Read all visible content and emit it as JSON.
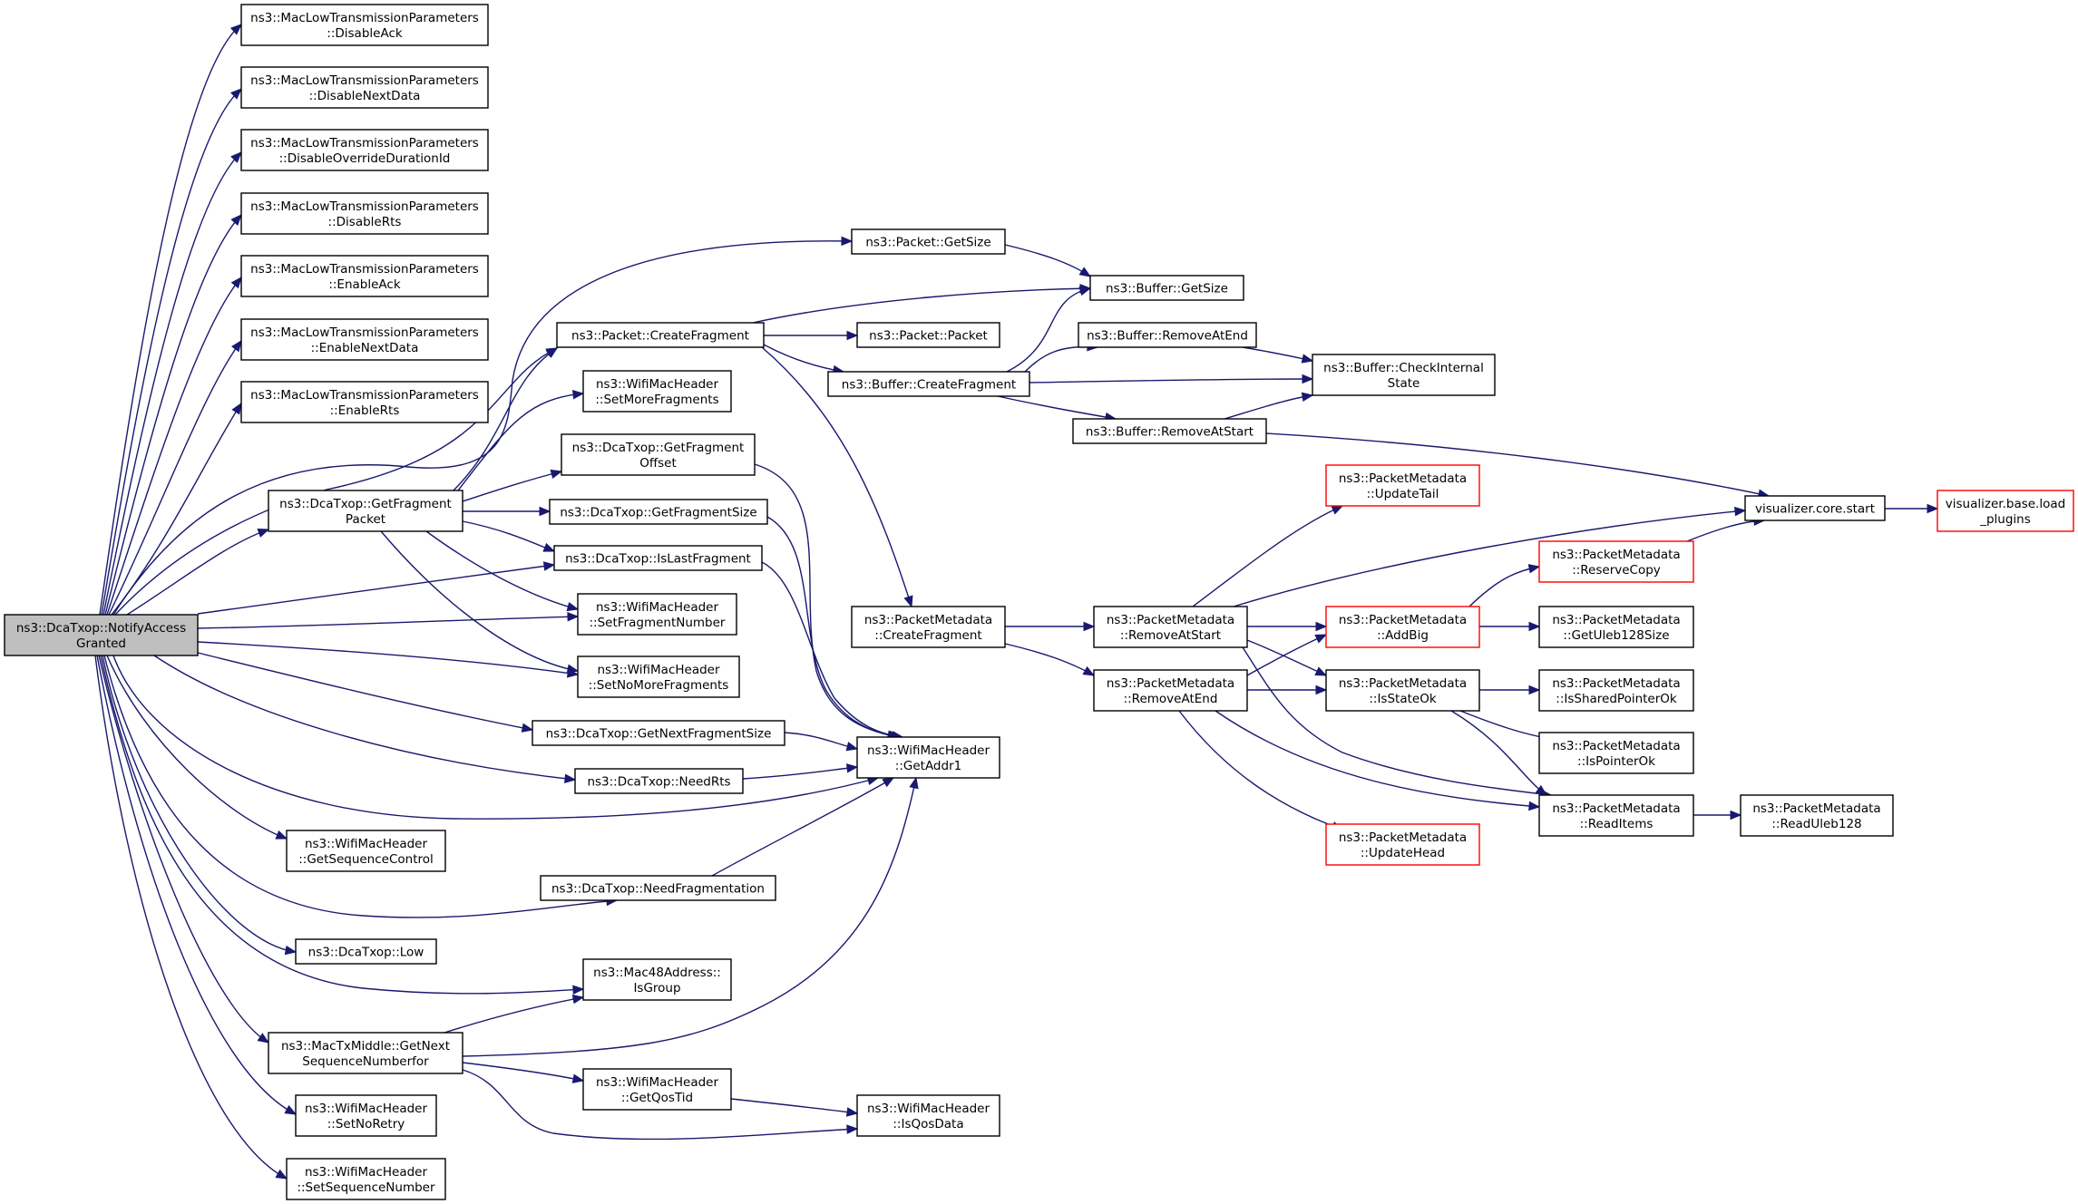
{
  "colors": {
    "edge": "#191970",
    "root_fill": "#bfbfbf",
    "truncated_border": "#ff0000"
  },
  "nodes": {
    "root": {
      "lines": [
        "ns3::DcaTxop::NotifyAccess",
        "Granted"
      ],
      "style": "root"
    },
    "disableAck": {
      "lines": [
        "ns3::MacLowTransmissionParameters",
        "::DisableAck"
      ]
    },
    "disableNextData": {
      "lines": [
        "ns3::MacLowTransmissionParameters",
        "::DisableNextData"
      ]
    },
    "disableOverride": {
      "lines": [
        "ns3::MacLowTransmissionParameters",
        "::DisableOverrideDurationId"
      ]
    },
    "disableRts": {
      "lines": [
        "ns3::MacLowTransmissionParameters",
        "::DisableRts"
      ]
    },
    "enableAck": {
      "lines": [
        "ns3::MacLowTransmissionParameters",
        "::EnableAck"
      ]
    },
    "enableNextData": {
      "lines": [
        "ns3::MacLowTransmissionParameters",
        "::EnableNextData"
      ]
    },
    "enableRts": {
      "lines": [
        "ns3::MacLowTransmissionParameters",
        "::EnableRts"
      ]
    },
    "getFragmentPacket": {
      "lines": [
        "ns3::DcaTxop::GetFragment",
        "Packet"
      ]
    },
    "getSequenceControl": {
      "lines": [
        "ns3::WifiMacHeader",
        "::GetSequenceControl"
      ]
    },
    "low": {
      "lines": [
        "ns3::DcaTxop::Low"
      ]
    },
    "getNextSeq": {
      "lines": [
        "ns3::MacTxMiddle::GetNext",
        "SequenceNumberfor"
      ]
    },
    "setNoRetry": {
      "lines": [
        "ns3::WifiMacHeader",
        "::SetNoRetry"
      ]
    },
    "setSequenceNumber": {
      "lines": [
        "ns3::WifiMacHeader",
        "::SetSequenceNumber"
      ]
    },
    "packetGetSize": {
      "lines": [
        "ns3::Packet::GetSize"
      ]
    },
    "packetCreateFragment": {
      "lines": [
        "ns3::Packet::CreateFragment"
      ]
    },
    "setMoreFragments": {
      "lines": [
        "ns3::WifiMacHeader",
        "::SetMoreFragments"
      ]
    },
    "getFragmentOffset": {
      "lines": [
        "ns3::DcaTxop::GetFragment",
        "Offset"
      ]
    },
    "getFragmentSize": {
      "lines": [
        "ns3::DcaTxop::GetFragmentSize"
      ]
    },
    "isLastFragment": {
      "lines": [
        "ns3::DcaTxop::IsLastFragment"
      ]
    },
    "setFragmentNumber": {
      "lines": [
        "ns3::WifiMacHeader",
        "::SetFragmentNumber"
      ]
    },
    "setNoMoreFragments": {
      "lines": [
        "ns3::WifiMacHeader",
        "::SetNoMoreFragments"
      ]
    },
    "getNextFragmentSize": {
      "lines": [
        "ns3::DcaTxop::GetNextFragmentSize"
      ]
    },
    "needRts": {
      "lines": [
        "ns3::DcaTxop::NeedRts"
      ]
    },
    "needFragmentation": {
      "lines": [
        "ns3::DcaTxop::NeedFragmentation"
      ]
    },
    "isGroup": {
      "lines": [
        "ns3::Mac48Address::",
        "IsGroup"
      ]
    },
    "getQosTid": {
      "lines": [
        "ns3::WifiMacHeader",
        "::GetQosTid"
      ]
    },
    "packetPacket": {
      "lines": [
        "ns3::Packet::Packet"
      ]
    },
    "bufferCreateFragment": {
      "lines": [
        "ns3::Buffer::CreateFragment"
      ]
    },
    "pmCreateFragment": {
      "lines": [
        "ns3::PacketMetadata",
        "::CreateFragment"
      ]
    },
    "getAddr1": {
      "lines": [
        "ns3::WifiMacHeader",
        "::GetAddr1"
      ]
    },
    "isQosData": {
      "lines": [
        "ns3::WifiMacHeader",
        "::IsQosData"
      ]
    },
    "bufferGetSize": {
      "lines": [
        "ns3::Buffer::GetSize"
      ]
    },
    "bufferRemoveAtEnd": {
      "lines": [
        "ns3::Buffer::RemoveAtEnd"
      ]
    },
    "bufferRemoveAtStart": {
      "lines": [
        "ns3::Buffer::RemoveAtStart"
      ]
    },
    "pmRemoveAtStart": {
      "lines": [
        "ns3::PacketMetadata",
        "::RemoveAtStart"
      ]
    },
    "pmRemoveAtEnd": {
      "lines": [
        "ns3::PacketMetadata",
        "::RemoveAtEnd"
      ]
    },
    "bufferCheckInternal": {
      "lines": [
        "ns3::Buffer::CheckInternal",
        "State"
      ]
    },
    "pmUpdateTail": {
      "lines": [
        "ns3::PacketMetadata",
        "::UpdateTail"
      ],
      "style": "truncated"
    },
    "pmAddBig": {
      "lines": [
        "ns3::PacketMetadata",
        "::AddBig"
      ],
      "style": "truncated"
    },
    "pmIsStateOk": {
      "lines": [
        "ns3::PacketMetadata",
        "::IsStateOk"
      ]
    },
    "pmUpdateHead": {
      "lines": [
        "ns3::PacketMetadata",
        "::UpdateHead"
      ],
      "style": "truncated"
    },
    "pmReserveCopy": {
      "lines": [
        "ns3::PacketMetadata",
        "::ReserveCopy"
      ],
      "style": "truncated"
    },
    "pmGetUleb128Size": {
      "lines": [
        "ns3::PacketMetadata",
        "::GetUleb128Size"
      ]
    },
    "pmIsSharedPointerOk": {
      "lines": [
        "ns3::PacketMetadata",
        "::IsSharedPointerOk"
      ]
    },
    "pmIsPointerOk": {
      "lines": [
        "ns3::PacketMetadata",
        "::IsPointerOk"
      ]
    },
    "pmReadItems": {
      "lines": [
        "ns3::PacketMetadata",
        "::ReadItems"
      ]
    },
    "pmReadUleb128": {
      "lines": [
        "ns3::PacketMetadata",
        "::ReadUleb128"
      ]
    },
    "vizCoreStart": {
      "lines": [
        "visualizer.core.start"
      ]
    },
    "vizLoadPlugins": {
      "lines": [
        "visualizer.base.load",
        "_plugins"
      ],
      "style": "truncated"
    }
  },
  "edges": [
    [
      "root",
      "disableAck"
    ],
    [
      "root",
      "disableNextData"
    ],
    [
      "root",
      "disableOverride"
    ],
    [
      "root",
      "disableRts"
    ],
    [
      "root",
      "enableAck"
    ],
    [
      "root",
      "enableNextData"
    ],
    [
      "root",
      "enableRts"
    ],
    [
      "root",
      "packetGetSize"
    ],
    [
      "root",
      "packetCreateFragment"
    ],
    [
      "root",
      "getFragmentPacket"
    ],
    [
      "root",
      "isLastFragment"
    ],
    [
      "root",
      "setFragmentNumber"
    ],
    [
      "root",
      "setNoMoreFragments"
    ],
    [
      "root",
      "getNextFragmentSize"
    ],
    [
      "root",
      "needRts"
    ],
    [
      "root",
      "getAddr1"
    ],
    [
      "root",
      "getSequenceControl"
    ],
    [
      "root",
      "needFragmentation"
    ],
    [
      "root",
      "low"
    ],
    [
      "root",
      "isGroup"
    ],
    [
      "root",
      "getNextSeq"
    ],
    [
      "root",
      "setNoRetry"
    ],
    [
      "root",
      "setSequenceNumber"
    ],
    [
      "getFragmentPacket",
      "packetCreateFragment"
    ],
    [
      "getFragmentPacket",
      "setMoreFragments"
    ],
    [
      "getFragmentPacket",
      "getFragmentOffset"
    ],
    [
      "getFragmentPacket",
      "getFragmentSize"
    ],
    [
      "getFragmentPacket",
      "isLastFragment"
    ],
    [
      "getFragmentPacket",
      "setFragmentNumber"
    ],
    [
      "getFragmentPacket",
      "setNoMoreFragments"
    ],
    [
      "getFragmentOffset",
      "getAddr1"
    ],
    [
      "getFragmentSize",
      "getAddr1"
    ],
    [
      "isLastFragment",
      "getAddr1"
    ],
    [
      "getNextFragmentSize",
      "getAddr1"
    ],
    [
      "needRts",
      "getAddr1"
    ],
    [
      "needFragmentation",
      "getAddr1"
    ],
    [
      "getNextSeq",
      "isGroup"
    ],
    [
      "getNextSeq",
      "getAddr1"
    ],
    [
      "getNextSeq",
      "getQosTid"
    ],
    [
      "getNextSeq",
      "isQosData"
    ],
    [
      "getQosTid",
      "isQosData"
    ],
    [
      "packetGetSize",
      "bufferGetSize"
    ],
    [
      "packetCreateFragment",
      "bufferGetSize"
    ],
    [
      "packetCreateFragment",
      "packetPacket"
    ],
    [
      "packetCreateFragment",
      "bufferCreateFragment"
    ],
    [
      "packetCreateFragment",
      "pmCreateFragment"
    ],
    [
      "bufferCreateFragment",
      "bufferGetSize"
    ],
    [
      "bufferCreateFragment",
      "bufferRemoveAtEnd"
    ],
    [
      "bufferCreateFragment",
      "bufferCheckInternal"
    ],
    [
      "bufferCreateFragment",
      "bufferRemoveAtStart"
    ],
    [
      "bufferRemoveAtEnd",
      "bufferCheckInternal"
    ],
    [
      "bufferRemoveAtStart",
      "bufferCheckInternal"
    ],
    [
      "bufferRemoveAtStart",
      "vizCoreStart"
    ],
    [
      "pmCreateFragment",
      "pmRemoveAtStart"
    ],
    [
      "pmCreateFragment",
      "pmRemoveAtEnd"
    ],
    [
      "pmRemoveAtStart",
      "pmUpdateTail"
    ],
    [
      "pmRemoveAtStart",
      "vizCoreStart"
    ],
    [
      "pmRemoveAtStart",
      "pmAddBig"
    ],
    [
      "pmRemoveAtStart",
      "pmIsStateOk"
    ],
    [
      "pmRemoveAtStart",
      "pmReadItems"
    ],
    [
      "pmRemoveAtEnd",
      "pmAddBig"
    ],
    [
      "pmRemoveAtEnd",
      "pmIsStateOk"
    ],
    [
      "pmRemoveAtEnd",
      "pmUpdateHead"
    ],
    [
      "pmRemoveAtEnd",
      "pmReadItems"
    ],
    [
      "pmAddBig",
      "pmReserveCopy"
    ],
    [
      "pmAddBig",
      "pmGetUleb128Size"
    ],
    [
      "pmReserveCopy",
      "vizCoreStart"
    ],
    [
      "pmIsStateOk",
      "pmIsSharedPointerOk"
    ],
    [
      "pmIsStateOk",
      "pmIsPointerOk"
    ],
    [
      "pmIsStateOk",
      "pmReadItems"
    ],
    [
      "pmReadItems",
      "pmReadUleb128"
    ],
    [
      "vizCoreStart",
      "vizLoadPlugins"
    ]
  ]
}
